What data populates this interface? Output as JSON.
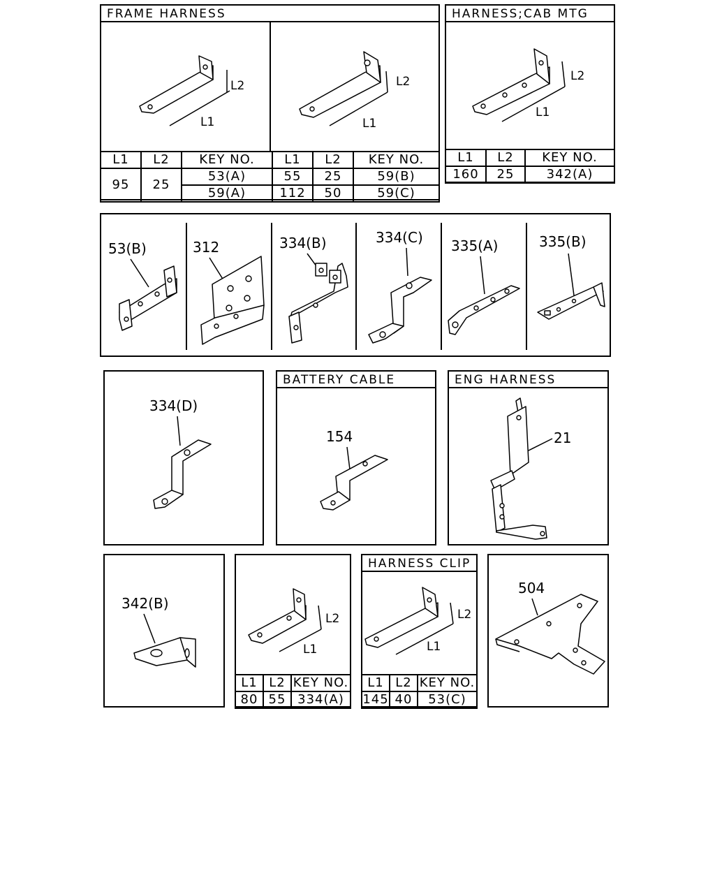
{
  "frame_harness": {
    "title": "FRAME HARNESS",
    "dim_labels": {
      "l1": "L1",
      "l2": "L2"
    },
    "headers": [
      "L1",
      "L2",
      "KEY NO.",
      "L1",
      "L2",
      "KEY NO."
    ],
    "left": {
      "l1": "95",
      "l2": "25",
      "keys": [
        "53(A)",
        "59(A)"
      ]
    },
    "right_rows": [
      {
        "l1": "55",
        "l2": "25",
        "key": "59(B)"
      },
      {
        "l1": "112",
        "l2": "50",
        "key": "59(C)"
      }
    ]
  },
  "cab_mtg": {
    "title": "HARNESS;CAB MTG",
    "dim_labels": {
      "l1": "L1",
      "l2": "L2"
    },
    "headers": [
      "L1",
      "L2",
      "KEY NO."
    ],
    "row": {
      "l1": "160",
      "l2": "25",
      "key": "342(A)"
    }
  },
  "parts_row": [
    "53(B)",
    "312",
    "334(B)",
    "334(C)",
    "335(A)",
    "335(B)"
  ],
  "part_334d": {
    "label": "334(D)"
  },
  "battery_cable": {
    "title": "BATTERY CABLE",
    "label": "154"
  },
  "eng_harness": {
    "title": "ENG HARNESS",
    "label": "21"
  },
  "part_342b": {
    "label": "342(B)"
  },
  "bracket_table": {
    "dim_labels": {
      "l1": "L1",
      "l2": "L2"
    },
    "headers": [
      "L1",
      "L2",
      "KEY NO."
    ],
    "row": {
      "l1": "80",
      "l2": "55",
      "key": "334(A)"
    }
  },
  "harness_clip": {
    "title": "HARNESS CLIP",
    "dim_labels": {
      "l1": "L1",
      "l2": "L2"
    },
    "headers": [
      "L1",
      "L2",
      "KEY NO."
    ],
    "row": {
      "l1": "145",
      "l2": "40",
      "key": "53(C)"
    }
  },
  "part_504": {
    "label": "504"
  }
}
